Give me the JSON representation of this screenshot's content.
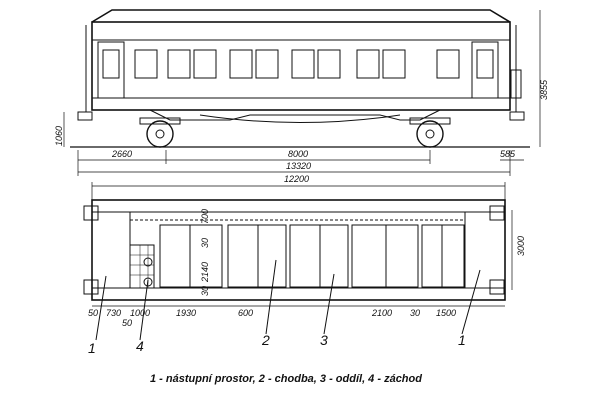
{
  "side_view": {
    "dims": {
      "width_left": "2660",
      "width_center": "8000",
      "overall_length": "13320",
      "buffer_right": "585",
      "floor_height": "1060",
      "overall_height": "3855"
    }
  },
  "plan_view": {
    "dims": {
      "overall_length": "12200",
      "width": "3000",
      "d_1930": "1930",
      "d_600": "600",
      "d_2100": "2100",
      "d_30a": "30",
      "d_1500": "1500",
      "d_50a": "50",
      "d_730": "730",
      "d_1000": "1000",
      "d_50b": "50",
      "d_700": "700",
      "d_30b": "30",
      "d_2140": "2140",
      "d_30c": "30"
    },
    "callouts": [
      "1",
      "4",
      "2",
      "3",
      "1"
    ]
  },
  "caption": "1 - nástupní prostor, 2 - chodba, 3 - oddíl, 4 - záchod"
}
